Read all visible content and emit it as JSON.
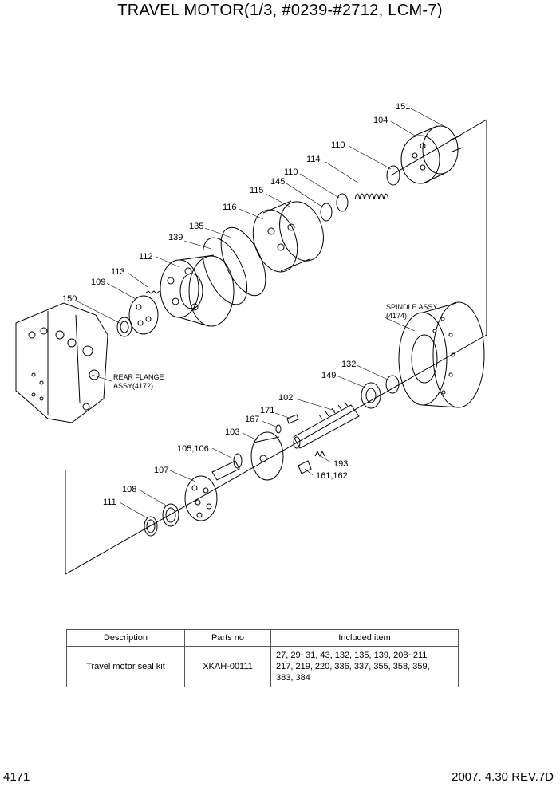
{
  "title": "TRAVEL MOTOR(1/3, #0239-#2712, LCM-7)",
  "callouts": {
    "c151": "151",
    "c104": "104",
    "c110a": "110",
    "c114": "114",
    "c110b": "110",
    "c145": "145",
    "c115": "115",
    "c116": "116",
    "c135": "135",
    "c139": "139",
    "c112": "112",
    "c113": "113",
    "c109": "109",
    "c150": "150",
    "c132": "132",
    "c149": "149",
    "c102": "102",
    "c171": "171",
    "c167": "167",
    "c103": "103",
    "c105_106": "105,106",
    "c107": "107",
    "c108": "108",
    "c111": "111",
    "c193": "193",
    "c161_162": "161,162"
  },
  "notes": {
    "spindle_line1": "SPINDLE ASSY",
    "spindle_line2": "(4174)",
    "rear_line1": "REAR FLANGE",
    "rear_line2": "ASSY(4172)"
  },
  "table": {
    "headers": [
      "Description",
      "Parts no",
      "Included item"
    ],
    "row": {
      "description": "Travel motor seal kit",
      "parts_no": "XKAH-00111",
      "included_lines": [
        "27, 29~31, 43, 132, 135, 139, 208~211",
        "217, 219, 220, 336, 337, 355, 358, 359,",
        "383, 384"
      ]
    }
  },
  "footer": {
    "page_number": "4171",
    "revision": "2007. 4.30  REV.7D"
  }
}
